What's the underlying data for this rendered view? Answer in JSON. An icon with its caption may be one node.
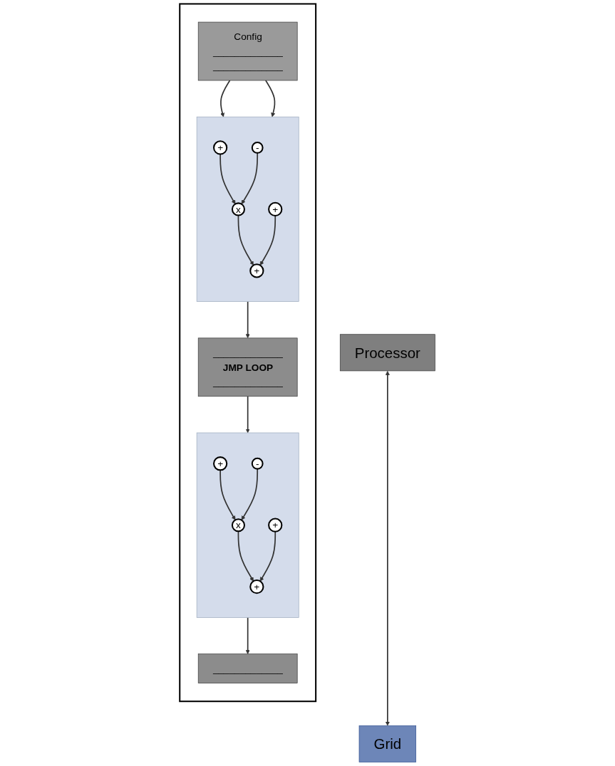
{
  "diagram": {
    "nodes": [
      {
        "text": [],
        "shape": "box"
      },
      {
        "text": [
          "Config",
          "_____________",
          "_____________"
        ],
        "in": 0
      },
      {
        "text": [],
        "shape": "box",
        "in": 0
      },
      {
        "text": [
          "+"
        ],
        "in": 2
      },
      {
        "text": [
          "-"
        ],
        "in": 2
      },
      {
        "text": [
          "x"
        ],
        "in": 2
      },
      {
        "text": [
          "+"
        ],
        "in": 2
      },
      {
        "text": [
          "+"
        ],
        "in": 2
      },
      {
        "text": [
          "_____________",
          "JMP LOOP",
          "_____________"
        ],
        "in": 0
      },
      {
        "text": [],
        "shape": "box",
        "in": 0
      },
      {
        "text": [
          "+"
        ],
        "in": 9
      },
      {
        "text": [
          "-"
        ],
        "in": 9
      },
      {
        "text": [
          "x"
        ],
        "in": 9
      },
      {
        "text": [
          "+"
        ],
        "in": 9
      },
      {
        "text": [
          "+"
        ],
        "in": 9
      },
      {
        "text": [
          "_____________"
        ],
        "in": 0
      },
      {
        "text": [
          "Processor"
        ]
      },
      {
        "text": [
          "Grid"
        ]
      }
    ],
    "edges": [
      {
        "from": 1,
        "to": 2,
        "arrow": "to"
      },
      {
        "from": 1,
        "to": 2,
        "arrow": "to"
      },
      {
        "from": 3,
        "to": 5,
        "arrow": "to"
      },
      {
        "from": 4,
        "to": 5,
        "arrow": "to"
      },
      {
        "from": 5,
        "to": 7,
        "arrow": "to"
      },
      {
        "from": 6,
        "to": 7,
        "arrow": "to"
      },
      {
        "from": 2,
        "to": 8,
        "arrow": "to"
      },
      {
        "from": 8,
        "to": 9,
        "arrow": "to"
      },
      {
        "from": 10,
        "to": 12,
        "arrow": "to"
      },
      {
        "from": 11,
        "to": 12,
        "arrow": "to"
      },
      {
        "from": 12,
        "to": 14,
        "arrow": "to"
      },
      {
        "from": 13,
        "to": 14,
        "arrow": "to"
      },
      {
        "from": 9,
        "to": 15,
        "arrow": "to"
      },
      {
        "from": 16,
        "to": 17,
        "arrow": "both"
      }
    ]
  }
}
